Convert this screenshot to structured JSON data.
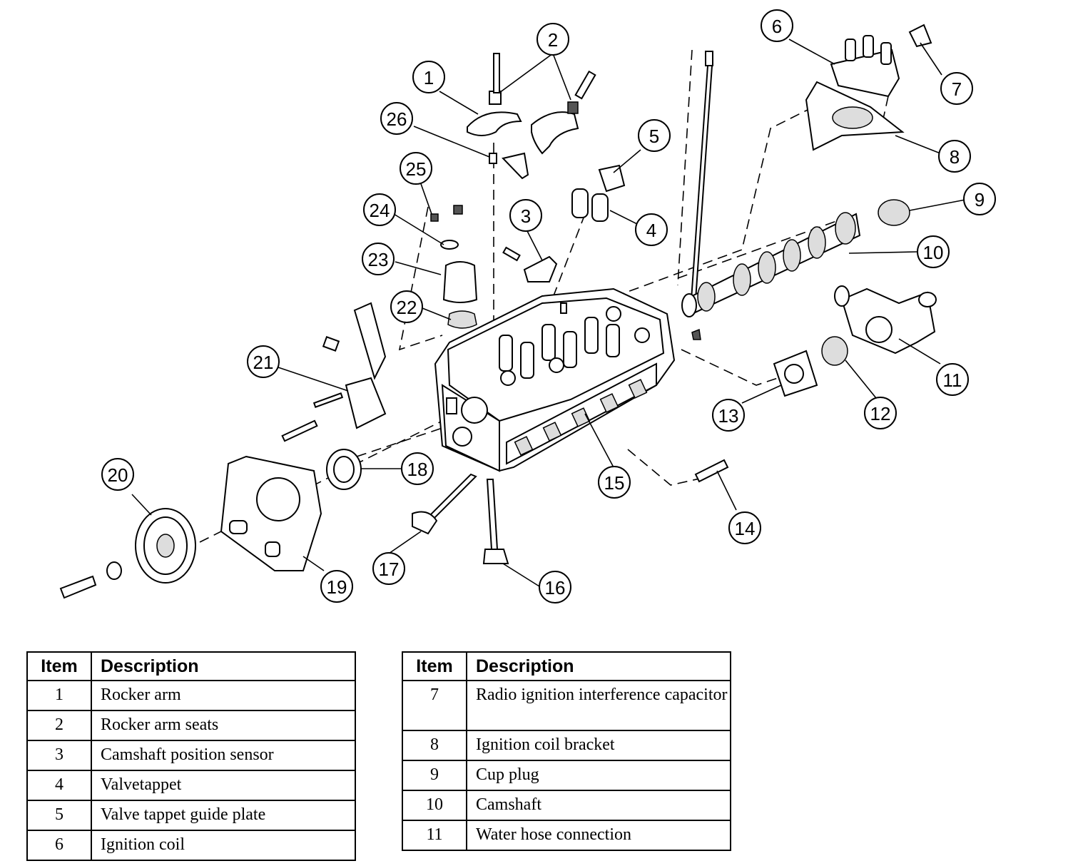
{
  "callouts": [
    {
      "n": "1"
    },
    {
      "n": "2"
    },
    {
      "n": "3"
    },
    {
      "n": "4"
    },
    {
      "n": "5"
    },
    {
      "n": "6"
    },
    {
      "n": "7"
    },
    {
      "n": "8"
    },
    {
      "n": "9"
    },
    {
      "n": "10"
    },
    {
      "n": "11"
    },
    {
      "n": "12"
    },
    {
      "n": "13"
    },
    {
      "n": "14"
    },
    {
      "n": "15"
    },
    {
      "n": "16"
    },
    {
      "n": "17"
    },
    {
      "n": "18"
    },
    {
      "n": "19"
    },
    {
      "n": "20"
    },
    {
      "n": "21"
    },
    {
      "n": "22"
    },
    {
      "n": "23"
    },
    {
      "n": "24"
    },
    {
      "n": "25"
    },
    {
      "n": "26"
    }
  ],
  "tables": {
    "header_item": "Item",
    "header_description": "Description",
    "left": [
      {
        "item": "1",
        "description": "Rocker arm"
      },
      {
        "item": "2",
        "description": "Rocker arm seats"
      },
      {
        "item": "3",
        "description": "Camshaft position sensor"
      },
      {
        "item": "4",
        "description": "Valvetappet"
      },
      {
        "item": "5",
        "description": "Valve tappet guide plate"
      },
      {
        "item": "6",
        "description": "Ignition coil"
      }
    ],
    "right": [
      {
        "item": "7",
        "description": "Radio ignition interference capacitor"
      },
      {
        "item": "8",
        "description": "Ignition coil bracket"
      },
      {
        "item": "9",
        "description": "Cup plug"
      },
      {
        "item": "10",
        "description": "Camshaft"
      },
      {
        "item": "11",
        "description": "Water hose connection"
      }
    ]
  }
}
